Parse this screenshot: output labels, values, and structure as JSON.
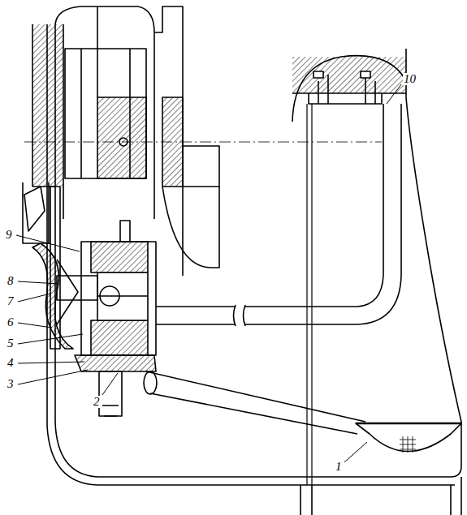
{
  "diagram": {
    "labels": [
      "10",
      "9",
      "8",
      "7",
      "6",
      "5",
      "4",
      "3",
      "2",
      "1"
    ]
  }
}
